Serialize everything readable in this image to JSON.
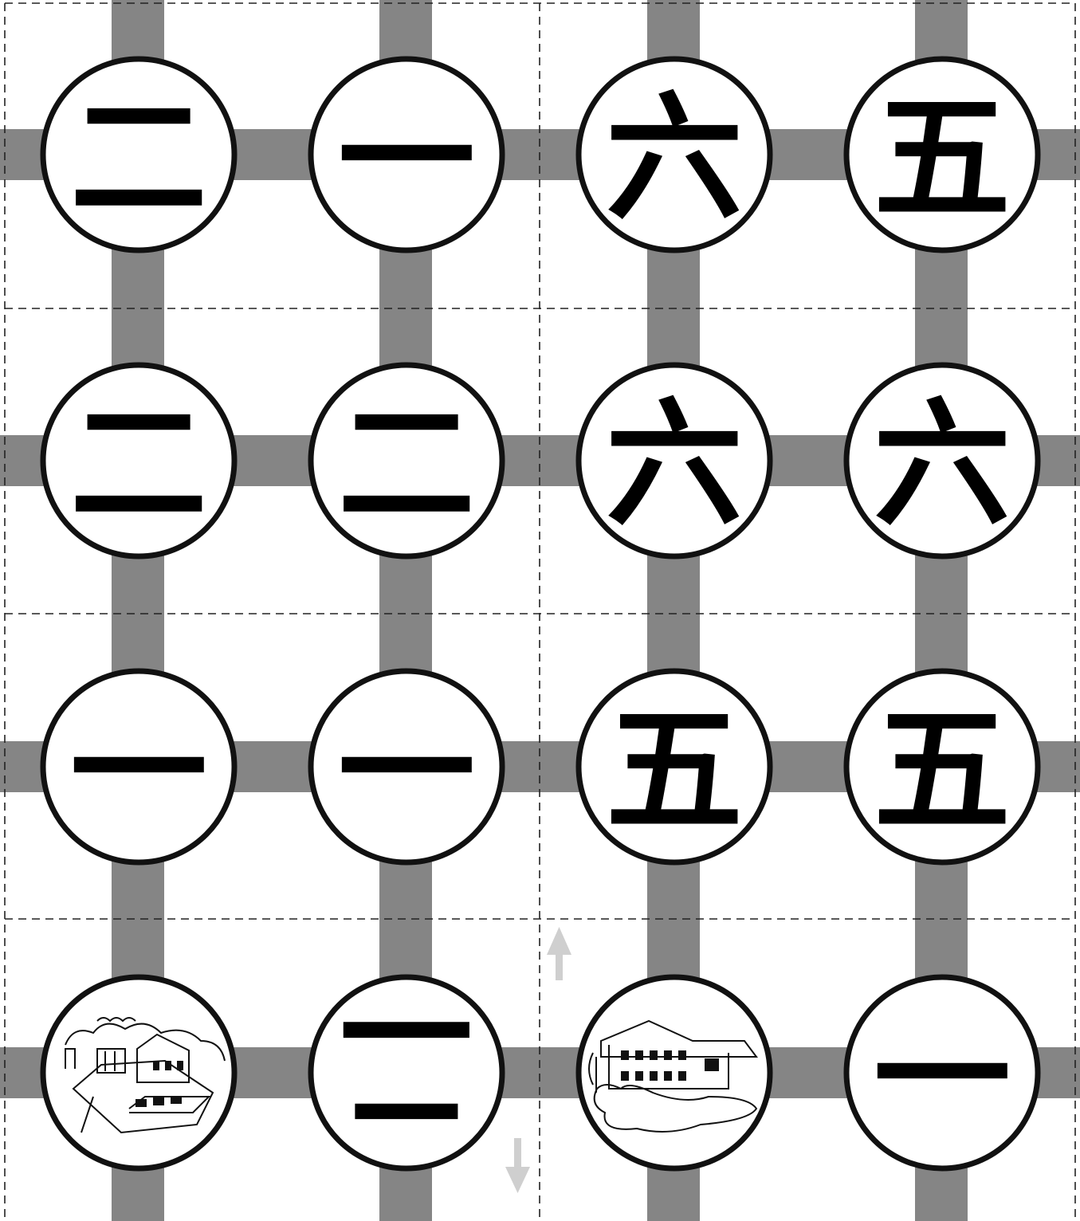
{
  "board": {
    "tiles": [
      {
        "label": "二",
        "kind": "numeral"
      },
      {
        "label": "一",
        "kind": "numeral"
      },
      {
        "label": "六",
        "kind": "numeral"
      },
      {
        "label": "五",
        "kind": "numeral"
      },
      {
        "label": "二",
        "kind": "numeral"
      },
      {
        "label": "二",
        "kind": "numeral"
      },
      {
        "label": "六",
        "kind": "numeral"
      },
      {
        "label": "六",
        "kind": "numeral"
      },
      {
        "label": "一",
        "kind": "numeral"
      },
      {
        "label": "一",
        "kind": "numeral"
      },
      {
        "label": "五",
        "kind": "numeral"
      },
      {
        "label": "五",
        "kind": "numeral"
      },
      {
        "label": "",
        "kind": "picture",
        "icon": "house-on-hill-icon"
      },
      {
        "label": "二",
        "kind": "numeral",
        "rotated": true
      },
      {
        "label": "",
        "kind": "picture",
        "icon": "house-with-garden-icon"
      },
      {
        "label": "一",
        "kind": "numeral"
      }
    ],
    "arrows": [
      {
        "icon": "arrow-down-icon"
      },
      {
        "icon": "arrow-up-icon"
      }
    ],
    "colors": {
      "track": "#858585",
      "coin_fill": "#ffffff",
      "coin_stroke": "#111111",
      "cut_line": "#222222",
      "arrow": "#cfcfcf"
    }
  }
}
